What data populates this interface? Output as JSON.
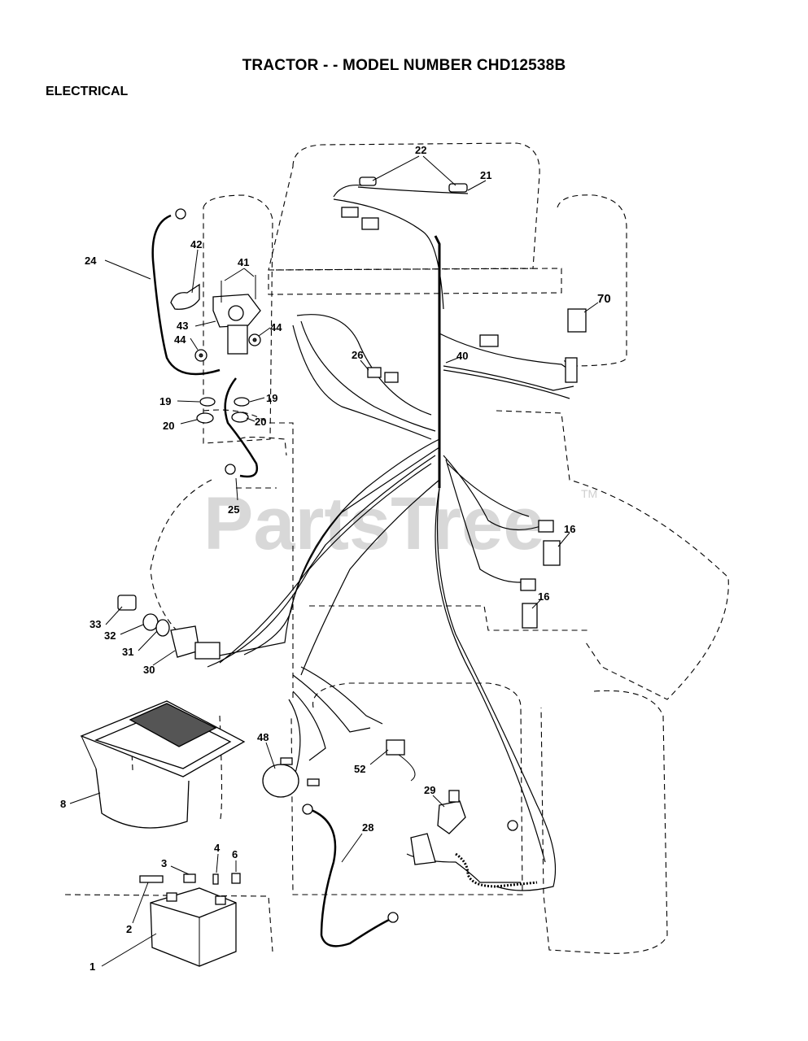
{
  "header": {
    "title": "TRACTOR - - MODEL NUMBER CHD12538B",
    "section": "ELECTRICAL"
  },
  "watermark": {
    "text": "PartsTree",
    "trademark": "TM"
  },
  "callouts": {
    "c1": "1",
    "c2": "2",
    "c3": "3",
    "c4": "4",
    "c6": "6",
    "c8": "8",
    "c16a": "16",
    "c16b": "16",
    "c19a": "19",
    "c19b": "19",
    "c20a": "20",
    "c20b": "20",
    "c21": "21",
    "c22": "22",
    "c24": "24",
    "c25": "25",
    "c26": "26",
    "c28": "28",
    "c29": "29",
    "c30": "30",
    "c31": "31",
    "c32": "32",
    "c33": "33",
    "c40": "40",
    "c41": "41",
    "c42": "42",
    "c43": "43",
    "c44a": "44",
    "c44b": "44",
    "c48": "48",
    "c52": "52",
    "c70": "70"
  }
}
